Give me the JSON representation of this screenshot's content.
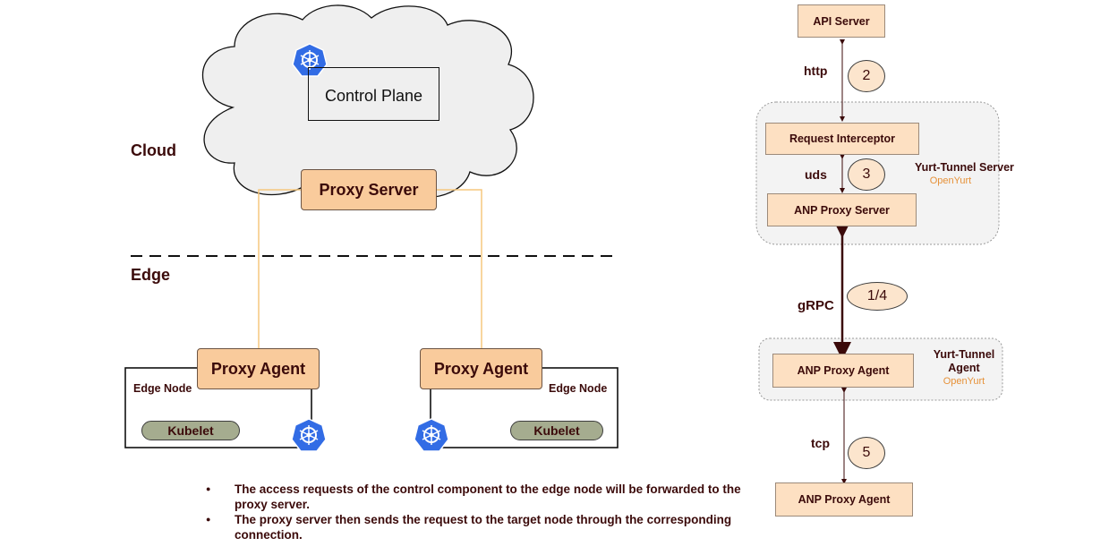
{
  "left": {
    "cloud_label": "Cloud",
    "edge_label": "Edge",
    "control_plane": "Control Plane",
    "proxy_server": "Proxy Server",
    "proxy_agent_left": "Proxy Agent",
    "proxy_agent_right": "Proxy Agent",
    "edge_node_left": "Edge Node",
    "edge_node_right": "Edge Node",
    "kubelet_left": "Kubelet",
    "kubelet_right": "Kubelet",
    "notes": [
      "The access requests of the control component to the edge node will be forwarded to the proxy server.",
      "The proxy server then sends the request to the target node through the corresponding connection."
    ]
  },
  "right": {
    "api_server": "API Server",
    "http_label": "http",
    "step_2": "2",
    "request_interceptor": "Request Interceptor",
    "uds_label": "uds",
    "step_3": "3",
    "anp_proxy_server": "ANP Proxy Server",
    "tunnel_server_label": "Yurt-Tunnel Server",
    "openyurt_server": "OpenYurt",
    "grpc_label": "gRPC",
    "step_1_4": "1/4",
    "anp_proxy_agent_top": "ANP Proxy Agent",
    "tunnel_agent_label": "Yurt-Tunnel Agent",
    "openyurt_agent": "OpenYurt",
    "tcp_label": "tcp",
    "step_5": "5",
    "anp_proxy_agent_bottom": "ANP Proxy Agent"
  },
  "colors": {
    "text": "#3b0a0a",
    "peach": "#f9cb9c",
    "light_peach": "#fce5cd",
    "kubelet": "#a5ac8f",
    "k8s_blue": "#326ce5",
    "connector": "#f6c77e",
    "openyurt": "#e69138"
  },
  "icons": [
    "kubernetes-icon",
    "cloud-shape"
  ]
}
